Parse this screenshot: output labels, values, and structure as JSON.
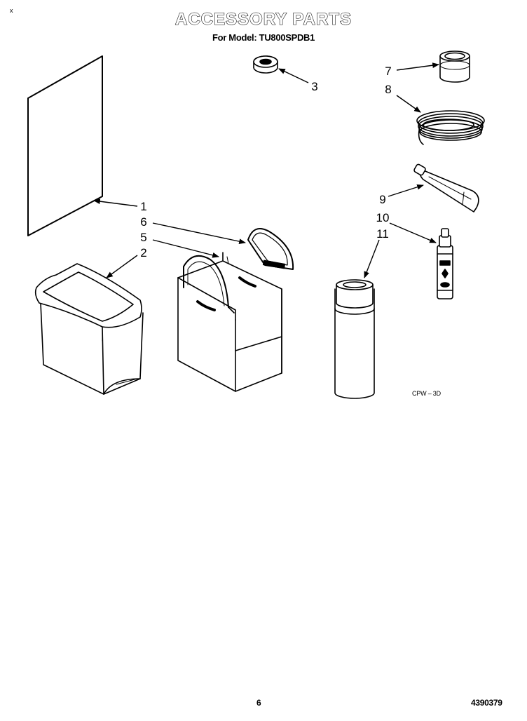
{
  "header": {
    "corner_mark": "x",
    "title": "ACCESSORY PARTS",
    "subtitle": "For Model: TU800SPDB1"
  },
  "callouts": [
    {
      "id": "1",
      "label": "1"
    },
    {
      "id": "2",
      "label": "2"
    },
    {
      "id": "3",
      "label": "3"
    },
    {
      "id": "5",
      "label": "5"
    },
    {
      "id": "6",
      "label": "6"
    },
    {
      "id": "7",
      "label": "7"
    },
    {
      "id": "8",
      "label": "8"
    },
    {
      "id": "9",
      "label": "9"
    },
    {
      "id": "10",
      "label": "10"
    },
    {
      "id": "11",
      "label": "11"
    }
  ],
  "diagram_code": "CPW – 3D",
  "footer": {
    "page_number": "6",
    "document_number": "4390379"
  }
}
